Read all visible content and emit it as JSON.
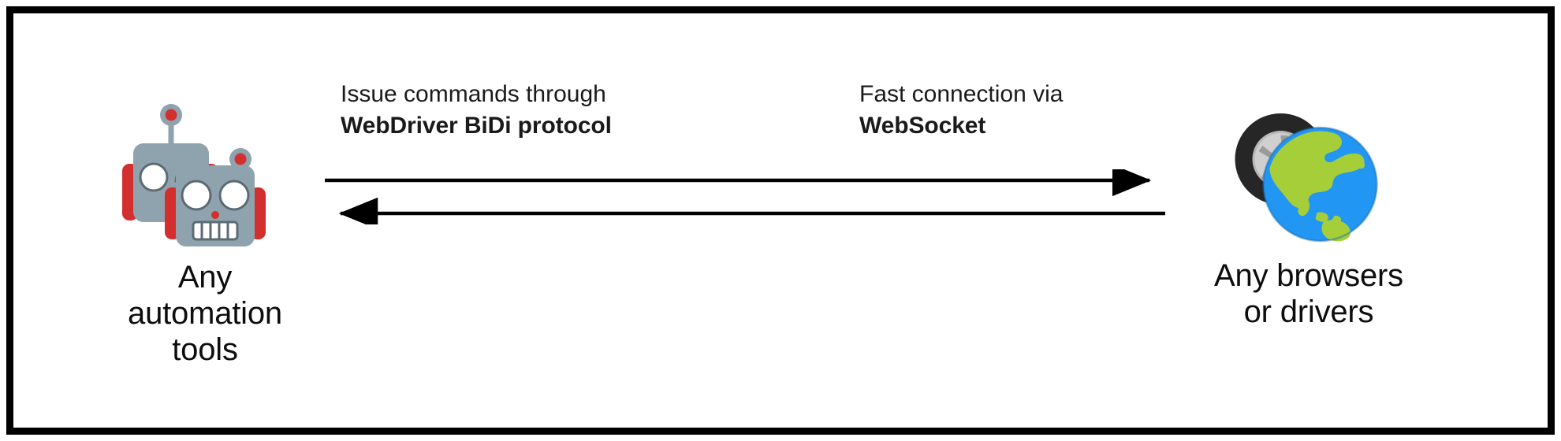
{
  "figure": {
    "name": "webdriver-bidi-architecture",
    "border_color": "#000000",
    "background_color": "#ffffff",
    "text_color": "#1a1a1a"
  },
  "left_node": {
    "icon": "robot-icon",
    "icon_colors": {
      "body": "#8fa3ae",
      "accent": "#d32f2f",
      "eye": "#ffffff",
      "outline": "#5c6b73"
    },
    "caption_lines": [
      "Any",
      "automation",
      "tools"
    ]
  },
  "right_node": {
    "icon": "globe-showing-asia-australia-icon",
    "secondary_icon": "tire-wheel-icon",
    "icon_colors": {
      "ocean": "#2196f3",
      "land": "#a6ce39",
      "tire": "#262626",
      "rim": "#b0b0b0"
    },
    "caption_lines": [
      "Any browsers",
      "or drivers"
    ]
  },
  "connector": {
    "forward_arrow": {
      "name": "arrow-right",
      "direction": "right",
      "color": "#000000"
    },
    "backward_arrow": {
      "name": "arrow-left",
      "direction": "left",
      "color": "#000000"
    }
  },
  "labels": {
    "commands": {
      "line1": "Issue commands through",
      "line2": "WebDriver BiDi protocol"
    },
    "connection": {
      "line1": "Fast connection via",
      "line2": "WebSocket"
    }
  }
}
